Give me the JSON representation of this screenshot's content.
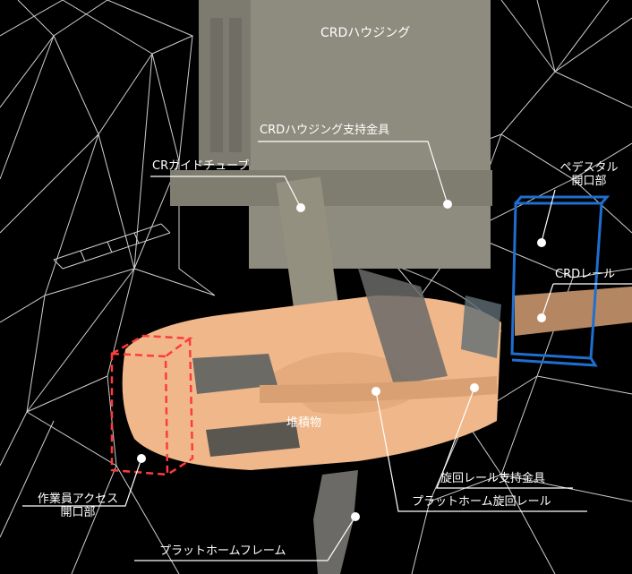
{
  "labels": {
    "crd_housing": "CRDハウジング",
    "crd_housing_support": "CRDハウジング支持金具",
    "cr_guide_tube": "CRガイドチューブ",
    "pedestal_opening_line1": "ペデスタル",
    "pedestal_opening_line2": "開口部",
    "crd_rail": "CRDレール",
    "deposits": "堆積物",
    "worker_access_line1": "作業員アクセス",
    "worker_access_line2": "開口部",
    "swivel_rail_support": "旋回レール支持金具",
    "platform_swivel_rail": "プラットホーム旋回レール",
    "platform_frame": "プラットホームフレーム"
  },
  "colors": {
    "background": "#000000",
    "wireframe": "#d8d8d8",
    "deposit": "#f2b98a",
    "housing": "#8a8a7c",
    "pedestal_box": "#1e6fd0",
    "access_box": "#ff3b3b",
    "label_text": "#ffffff"
  }
}
